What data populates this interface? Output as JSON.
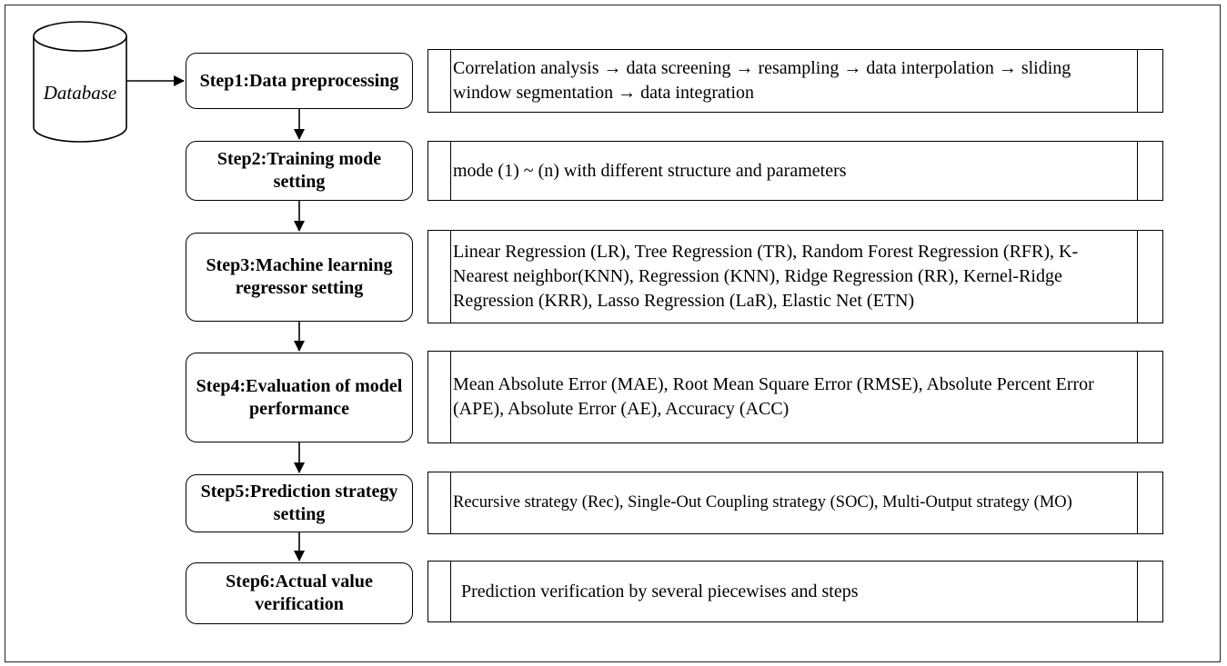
{
  "database": {
    "label": "Database"
  },
  "steps": [
    {
      "label": "Step1:Data preprocessing",
      "description": "Correlation analysis → data screening → resampling → data interpolation → sliding window segmentation → data integration"
    },
    {
      "label": "Step2:Training mode setting",
      "description": "mode (1) ~ (n) with different structure and parameters"
    },
    {
      "label": "Step3:Machine learning regressor setting",
      "description": "Linear Regression (LR), Tree Regression (TR), Random Forest Regression (RFR), K-Nearest neighbor(KNN), Regression (KNN), Ridge Regression (RR), Kernel-Ridge Regression (KRR), Lasso Regression (LaR), Elastic Net (ETN)"
    },
    {
      "label": "Step4:Evaluation of model performance",
      "description": "Mean Absolute Error (MAE), Root Mean Square Error (RMSE), Absolute Percent Error (APE), Absolute Error (AE), Accuracy (ACC)"
    },
    {
      "label": "Step5:Prediction strategy setting",
      "description": "Recursive strategy (Rec), Single-Out Coupling strategy (SOC), Multi-Output strategy (MO)"
    },
    {
      "label": "Step6:Actual value verification",
      "description": "Prediction verification by several piecewises and steps"
    }
  ]
}
